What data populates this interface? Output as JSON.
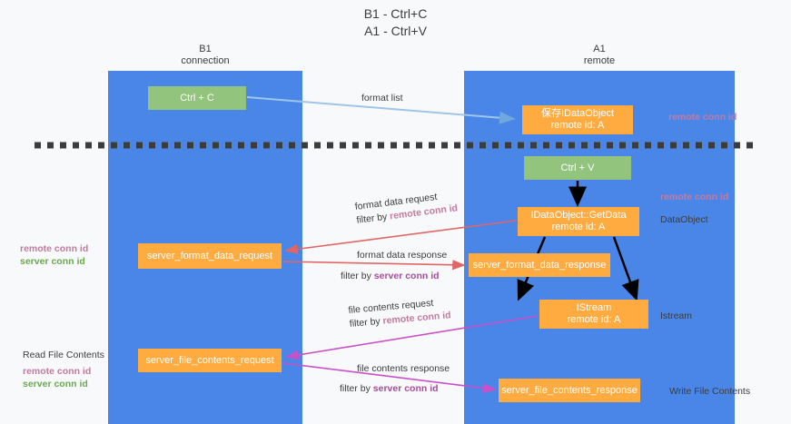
{
  "title": {
    "line1": "B1 - Ctrl+C",
    "line2": "A1 - Ctrl+V"
  },
  "lanes": [
    {
      "id": "b1",
      "name": "B1",
      "role": "connection",
      "color": "#4a86e8"
    },
    {
      "id": "a1",
      "name": "A1",
      "role": "remote",
      "color": "#4a86e8"
    }
  ],
  "colors": {
    "lane": "#4a86e8",
    "green_box": "#93c47d",
    "orange_box": "#ffab40",
    "remote_conn_id": "#c27ba0",
    "server_conn_id_green": "#6aa84f",
    "server_conn_id_purple": "#a64d9a",
    "arrow_blue": "#9fc5e8",
    "arrow_red": "#e06666",
    "arrow_magenta": "#c27ba0",
    "arrow_black": "#000000",
    "text": "#3c3c3c",
    "background": "#f8f9fa"
  },
  "boxes": {
    "ctrl_c": "Ctrl + C",
    "save_idataobject_l1": "保存IDataObject",
    "save_idataobject_l2": "remote id: A",
    "ctrl_v": "Ctrl + V",
    "getdata_l1": "IDataObject::GetData",
    "getdata_l2": "remote id: A",
    "server_format_data_request": "server_format_data_request",
    "server_format_data_response": "server_format_data_response",
    "istream_l1": "IStream",
    "istream_l2": "remote id: A",
    "server_file_contents_request": "server_file_contents_request",
    "server_file_contents_response": "server_file_contents_response"
  },
  "edge_labels": {
    "format_list": "format list",
    "format_data_request": "format data request",
    "format_data_request_filter_prefix": "filter by ",
    "format_data_request_filter_key": "remote conn id",
    "format_data_response": "format data response",
    "format_data_response_filter_prefix": "filter by ",
    "format_data_response_filter_key": "server conn id",
    "file_contents_request": "file contents request",
    "file_contents_request_filter_prefix": "filter by ",
    "file_contents_request_filter_key": "remote conn id",
    "file_contents_response": "file contents response",
    "file_contents_response_filter_prefix": "filter by ",
    "file_contents_response_filter_key": "server conn id"
  },
  "annotations": {
    "right": {
      "remote_conn_id_top": "remote conn id",
      "remote_conn_id_mid": "remote conn id",
      "dataobject": "DataObject",
      "istream": "Istream",
      "write_file_contents": "Write File Contents"
    },
    "left": {
      "remote_conn_id_1": "remote conn id",
      "server_conn_id_1": "server conn id",
      "read_file_contents": "Read File Contents",
      "remote_conn_id_2": "remote conn id",
      "server_conn_id_2": "server conn id"
    }
  },
  "divider": {
    "style": "dashed",
    "color": "#3c3c3c"
  }
}
